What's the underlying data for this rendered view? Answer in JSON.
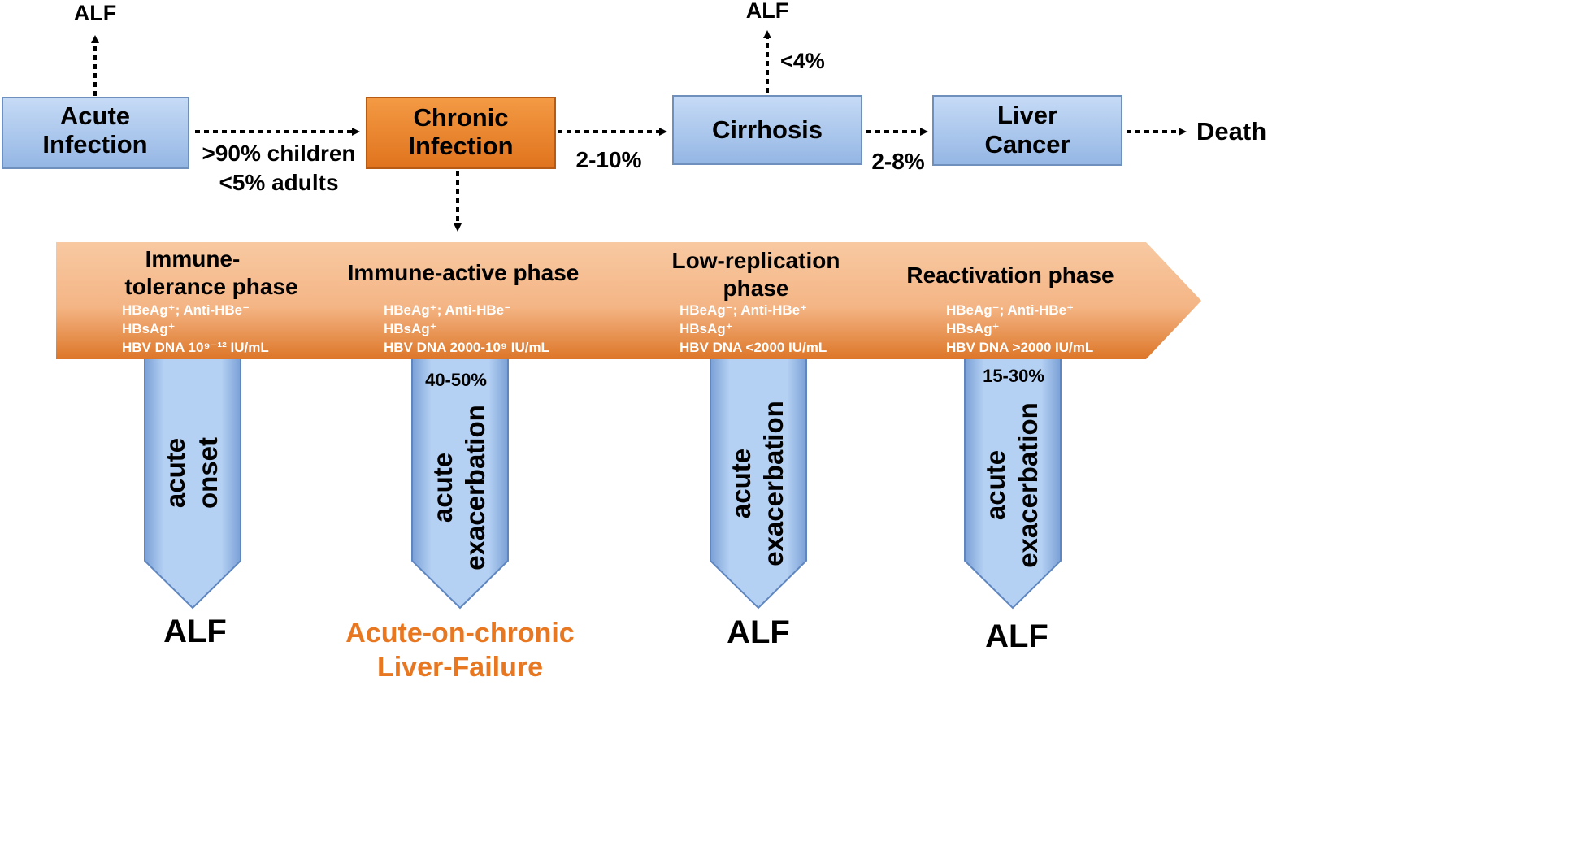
{
  "top_flow": {
    "acute_infection": {
      "line1": "Acute",
      "line2": "Infection"
    },
    "chronic_infection": {
      "line1": "Chronic",
      "line2": "Infection"
    },
    "cirrhosis": {
      "label": "Cirrhosis"
    },
    "liver_cancer": {
      "line1": "Liver",
      "line2": "Cancer"
    },
    "death": "Death",
    "alf_acute": "ALF",
    "alf_cirrhosis": "ALF",
    "cirrhosis_alf_rate": "<4%",
    "chronicity_children": ">90% children",
    "chronicity_adults": "<5% adults",
    "chronic_to_cirrhosis": "2-10%",
    "cirrhosis_to_cancer": "2-8%"
  },
  "phases": [
    {
      "title_line1": "Immune-",
      "title_line2": "tolerance phase",
      "m1": "HBeAg⁺; Anti-HBe⁻",
      "m2": "HBsAg⁺",
      "m3": "HBV DNA 10⁹⁻¹² IU/mL"
    },
    {
      "title_line1": "Immune-active phase",
      "title_line2": "",
      "m1": "HBeAg⁺; Anti-HBe⁻",
      "m2": "HBsAg⁺",
      "m3": "HBV DNA 2000-10⁹ IU/mL"
    },
    {
      "title_line1": "Low-replication",
      "title_line2": "phase",
      "m1": "HBeAg⁻; Anti-HBe⁺",
      "m2": "HBsAg⁺",
      "m3": "HBV DNA <2000 IU/mL"
    },
    {
      "title_line1": "Reactivation phase",
      "title_line2": "",
      "m1": "HBeAg⁻; Anti-HBe⁺",
      "m2": "HBsAg⁺",
      "m3": "HBV DNA >2000 IU/mL"
    }
  ],
  "down_arrows": [
    {
      "rate": "",
      "line1": "acute",
      "line2": "onset"
    },
    {
      "rate": "40-50%",
      "line1": "acute",
      "line2": "exacerbation"
    },
    {
      "rate": "",
      "line1": "acute",
      "line2": "exacerbation"
    },
    {
      "rate": "15-30%",
      "line1": "acute",
      "line2": "exacerbation"
    }
  ],
  "outcomes": [
    {
      "line1": "ALF",
      "line2": ""
    },
    {
      "line1": "Acute-on-chronic",
      "line2": "Liver-Failure"
    },
    {
      "line1": "ALF",
      "line2": ""
    },
    {
      "line1": "ALF",
      "line2": ""
    }
  ],
  "colors": {
    "box_blue": "#a9c8ef",
    "box_orange": "#f08a2c",
    "band_light": "#f7c49c",
    "band_dark": "#e0782a",
    "acute_on_chronic_text": "#e87722"
  }
}
